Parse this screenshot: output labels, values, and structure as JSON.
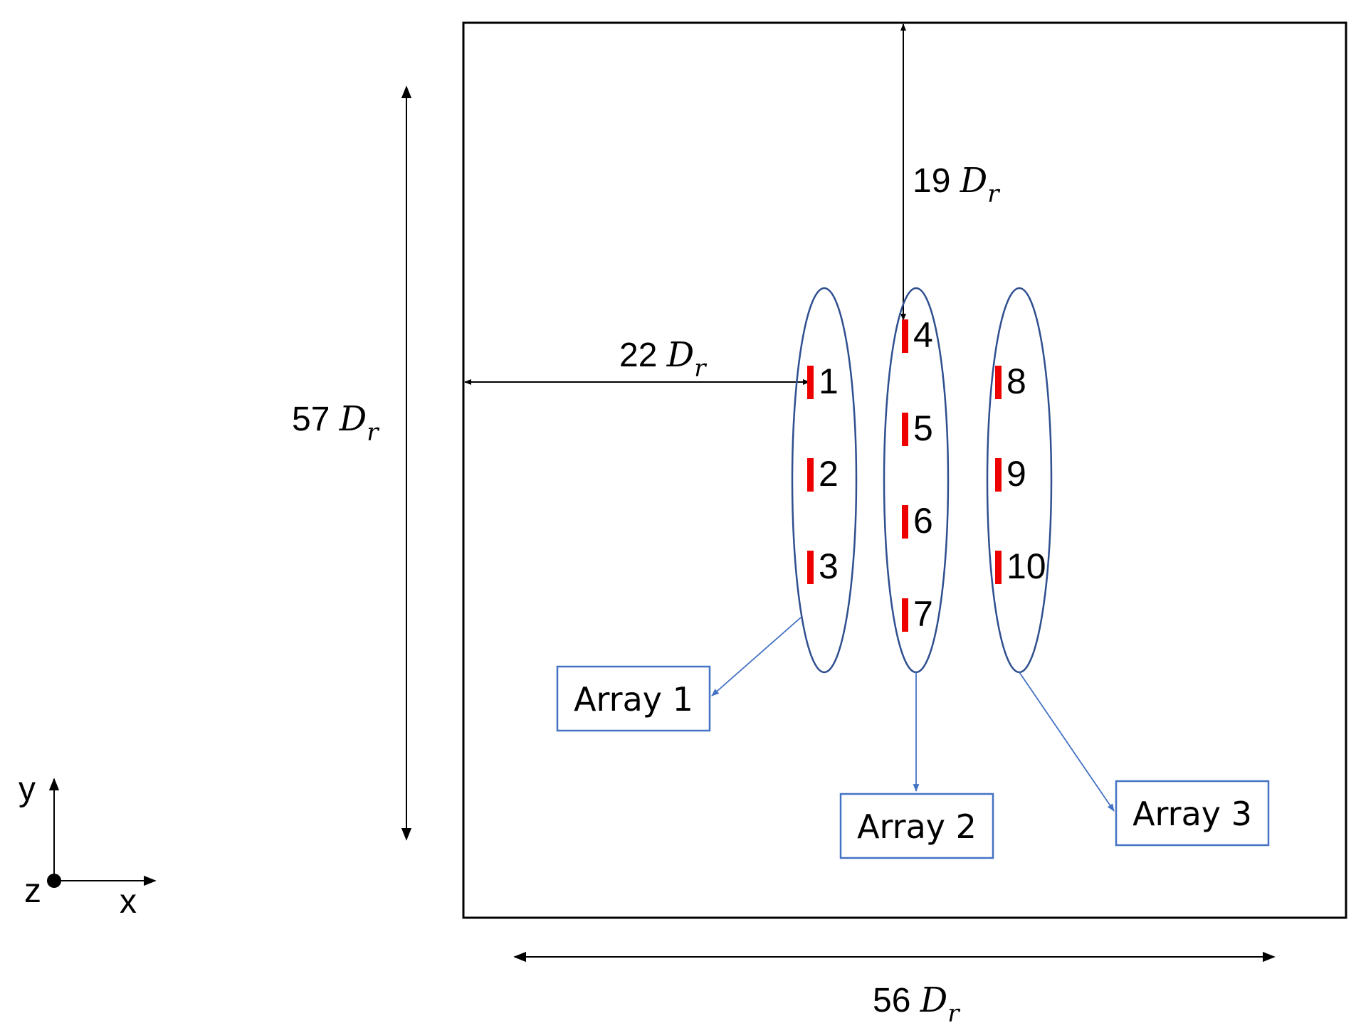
{
  "domain_box": {
    "stroke": "#000000"
  },
  "dimensions": {
    "height": {
      "value": "57",
      "unit": "D",
      "sub": "r"
    },
    "width": {
      "value": "56",
      "unit": "D",
      "sub": "r"
    },
    "offset_x": {
      "value": "22",
      "unit": "D",
      "sub": "r"
    },
    "offset_y": {
      "value": "19",
      "unit": "D",
      "sub": "r"
    }
  },
  "turbines": [
    {
      "label": "1"
    },
    {
      "label": "2"
    },
    {
      "label": "3"
    },
    {
      "label": "4"
    },
    {
      "label": "5"
    },
    {
      "label": "6"
    },
    {
      "label": "7"
    },
    {
      "label": "8"
    },
    {
      "label": "9"
    },
    {
      "label": "10"
    }
  ],
  "arrays": [
    {
      "label": "Array 1"
    },
    {
      "label": "Array 2"
    },
    {
      "label": "Array 3"
    }
  ],
  "axes": {
    "y": "y",
    "x": "x",
    "z": "z"
  },
  "colors": {
    "turbine": "#ee0000",
    "ellipse": "#2f4f8f",
    "callout": "#4472c4"
  }
}
